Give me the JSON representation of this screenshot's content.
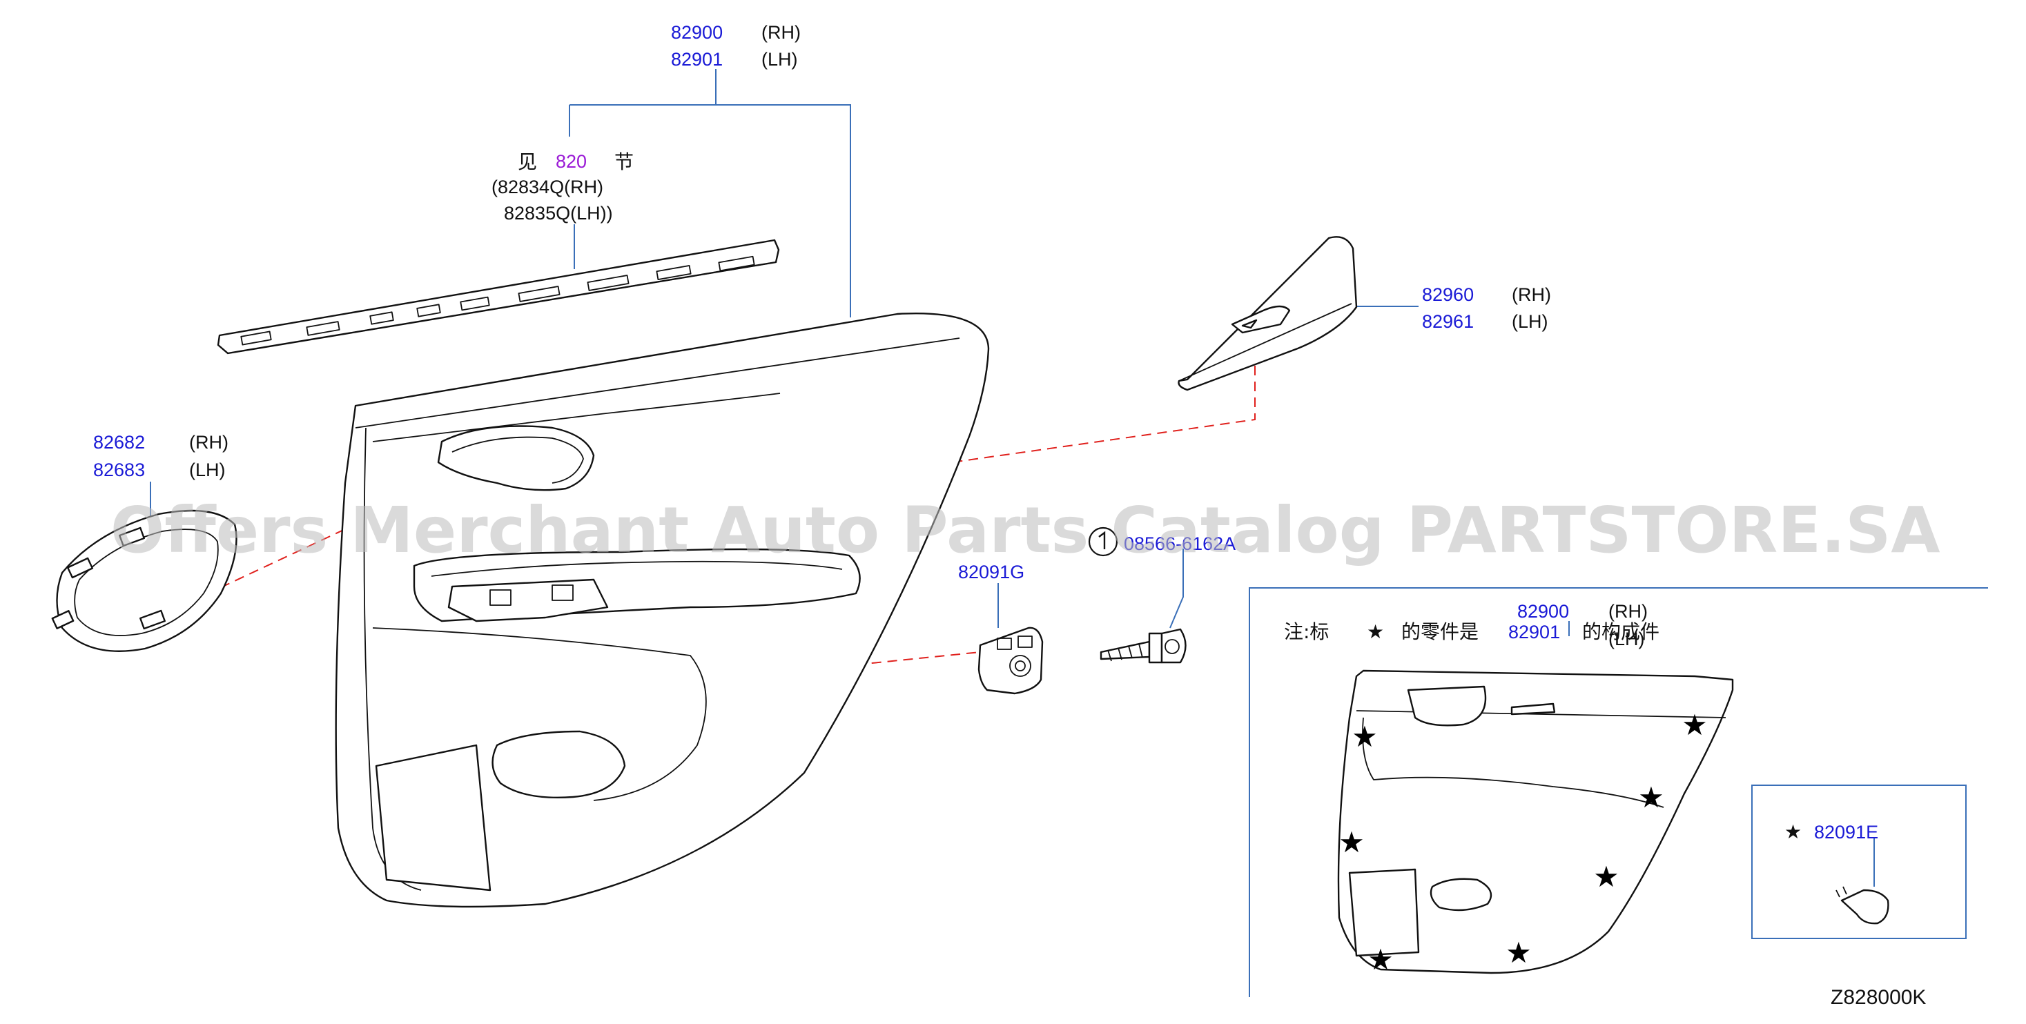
{
  "callouts": {
    "door_finisher": {
      "rh_part": "82900",
      "rh_side": "(RH)",
      "lh_part": "82901",
      "lh_side": "(LH)"
    },
    "see_section": {
      "prefix": "见",
      "ref": "820",
      "suffix": "节",
      "line1": "(82834Q(RH)",
      "line2": "82835Q(LH))"
    },
    "switch_finisher": {
      "rh_part": "82960",
      "rh_side": "(RH)",
      "lh_part": "82961",
      "lh_side": "(LH)"
    },
    "handle_escutcheon": {
      "rh_part": "82682",
      "rh_side": "(RH)",
      "lh_part": "82683",
      "lh_side": "(LH)"
    },
    "clip": {
      "part": "82091G"
    },
    "screw": {
      "part": "08566-6162A"
    }
  },
  "note": {
    "prefix": "注:标",
    "star_symbol": "★",
    "middle": "的零件是",
    "part": "82901",
    "suffix": "的构成件",
    "rh_part": "82900",
    "rh_side": "(RH)",
    "lh_side": "(LH)"
  },
  "clip_legend": {
    "star_symbol": "★",
    "part": "82091E"
  },
  "watermark": "Offers Merchant Auto Parts Catalog PARTSTORE.SA",
  "diagram_id": "Z828000K",
  "colors": {
    "part_number": "#1a1ad6",
    "section_ref": "#9a1ad6",
    "leader": "#3a6fb8",
    "dashed": "#e0201c"
  }
}
